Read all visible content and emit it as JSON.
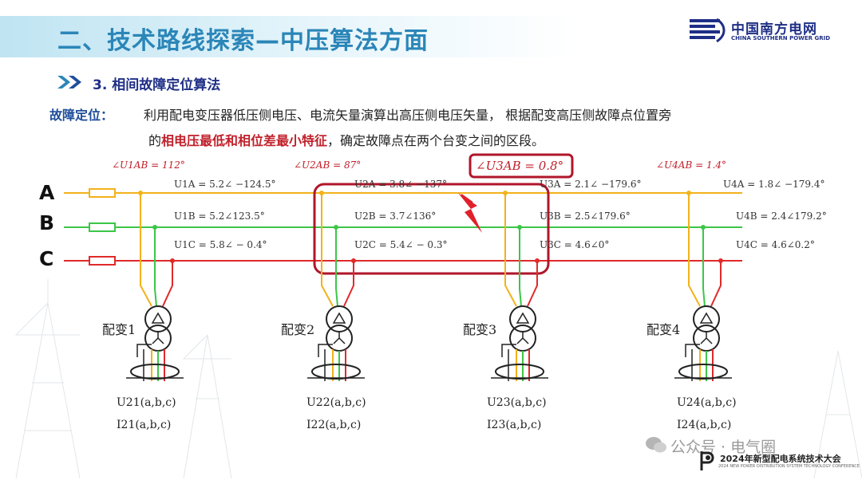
{
  "header": {
    "title": "二、技术路线探索—中压算法方面",
    "logo_cn": "中国南方电网",
    "logo_en": "CHINA SOUTHERN POWER GRID"
  },
  "section": {
    "heading": "3. 相间故障定位算法"
  },
  "description": {
    "lead": "故障定位：",
    "line1": "利用配电变压器低压侧电压、电流矢量演算出高压侧电压矢量，  根据配变高压侧故障点位置旁",
    "line2_pre": "的",
    "line2_highlight": "相电压最低和相位差最小特征",
    "line2_post": "，确定故障点在两个台变之间的区段。"
  },
  "diagram": {
    "lines": [
      {
        "label": "A",
        "color": "#f2b21b"
      },
      {
        "label": "B",
        "color": "#3cc648"
      },
      {
        "label": "C",
        "color": "#e02a2a"
      }
    ],
    "angle_labels": [
      "∠U1AB = 112°",
      "∠U2AB = 87°",
      "∠U3AB = 0.8°",
      "∠U4AB = 1.4°"
    ],
    "transformers": [
      {
        "name": "配变1",
        "phasors": [
          "U1A = 5.2∠ −124.5°",
          "U1B = 5.2∠123.5°",
          "U1C = 5.8∠ − 0.4°"
        ],
        "voltage": "U21(a,b,c)",
        "current": "I21(a,b,c)"
      },
      {
        "name": "配变2",
        "phasors": [
          "U2A = 3.8∠ −137°",
          "U2B = 3.7∠136°",
          "U2C = 5.4∠ − 0.3°"
        ],
        "voltage": "U22(a,b,c)",
        "current": "I22(a,b,c)"
      },
      {
        "name": "配变3",
        "phasors": [
          "U3A = 2.1∠ −179.6°",
          "U3B = 2.5∠179.6°",
          "U3C = 4.6∠0°"
        ],
        "voltage": "U23(a,b,c)",
        "current": "I23(a,b,c)"
      },
      {
        "name": "配变4",
        "phasors": [
          "U4A = 1.8∠ −179.4°",
          "U4B = 2.4∠179.2°",
          "U4C = 4.6∠0.2°"
        ],
        "voltage": "U24(a,b,c)",
        "current": "I24(a,b,c)"
      }
    ]
  },
  "footer": {
    "watermark": "公众号 · 电气圈",
    "conference_cn": "2024年新型配电系统技术大会",
    "conference_en": "2024 NEW POWER DISTRIBUTION SYSTEM TECHNOLOGY CONFERENCE"
  },
  "colors": {
    "accent": "#2b86b8",
    "brand": "#1f2f86",
    "highlight": "#c0202a"
  }
}
